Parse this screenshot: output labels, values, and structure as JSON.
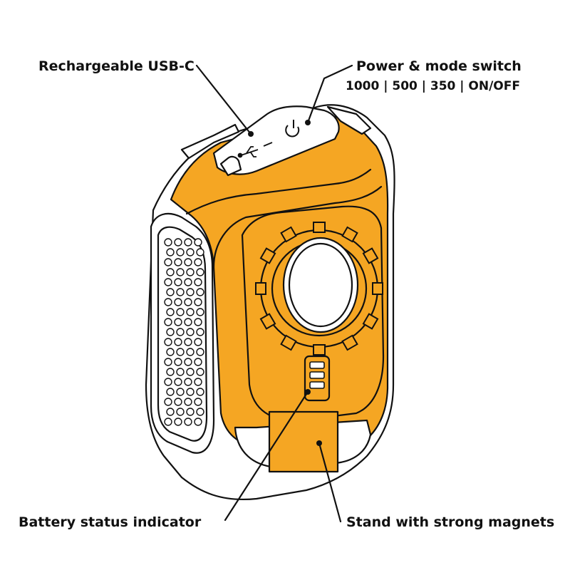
{
  "colors": {
    "body_orange": "#F5A623",
    "outline": "#111111",
    "panel": "#ffffff"
  },
  "callouts": {
    "usb": "Rechargeable USB-C",
    "power_title": "Power & mode switch",
    "power_modes": "1000 | 500 | 350 | ON/OFF",
    "battery": "Battery status indicator",
    "stand": "Stand with strong magnets"
  },
  "icons": [
    "usb-icon",
    "power-icon",
    "battery-bars-icon"
  ]
}
